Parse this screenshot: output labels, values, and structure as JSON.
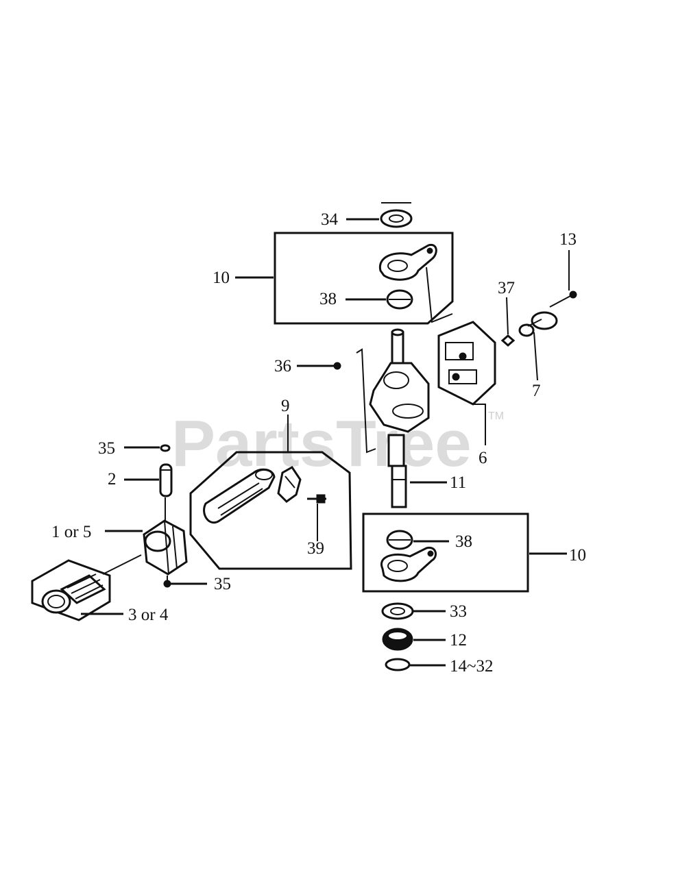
{
  "watermark": {
    "text": "PartsTree",
    "trademark": "TM"
  },
  "callouts": {
    "c1or5": "1 or 5",
    "c2": "2",
    "c3or4": "3 or 4",
    "c6": "6",
    "c7": "7",
    "c9": "9",
    "c10_top": "10",
    "c10_bottom": "10",
    "c11": "11",
    "c12": "12",
    "c13": "13",
    "c14_32": "14~32",
    "c33": "33",
    "c34": "34",
    "c35_top": "35",
    "c35_bottom": "35",
    "c36": "36",
    "c37": "37",
    "c38_top": "38",
    "c38_bottom": "38",
    "c39": "39"
  }
}
